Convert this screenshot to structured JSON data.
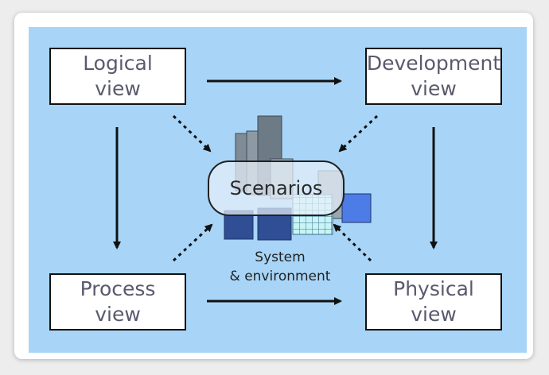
{
  "views": {
    "logical": "Logical\nview",
    "development": "Development\nview",
    "process": "Process\nview",
    "physical": "Physical\nview"
  },
  "center": {
    "scenarios": "Scenarios",
    "system": "System\n& environment"
  },
  "colors": {
    "panel": "#a8d5f7",
    "box_border": "#111111",
    "view_text": "#5a5a6e",
    "building_dark": "#2f4e94",
    "building_gray": "#7f8c96",
    "grid_cyan": "#c8f4f7"
  }
}
